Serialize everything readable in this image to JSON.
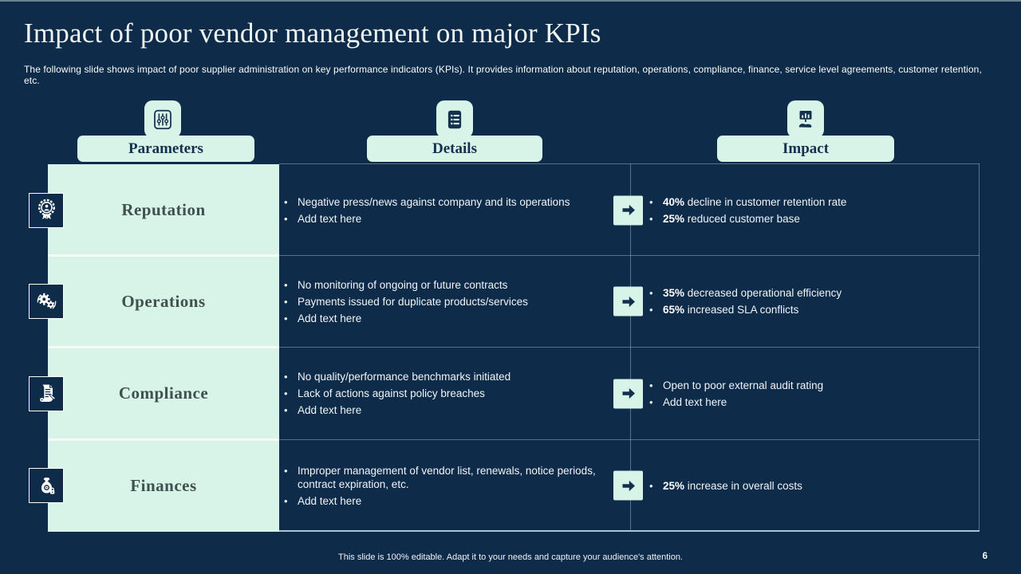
{
  "slide": {
    "title": "Impact of poor vendor management on major KPIs",
    "subtitle": "The following slide shows impact of poor supplier administration on key performance indicators (KPIs). It provides information about reputation, operations, compliance, finance, service level agreements, customer retention, etc.",
    "footer_note": "This slide is 100% editable. Adapt it to your needs and capture your audience's attention.",
    "page_number": "6"
  },
  "colors": {
    "background_navy": "#0f2b4a",
    "mint_accent": "#d8f3e7",
    "header_text_dark": "#15314e",
    "row_label_text": "#40504f",
    "body_text": "#f0f5f7"
  },
  "columns": [
    {
      "label": "Parameters",
      "icon": "sliders-icon"
    },
    {
      "label": "Details",
      "icon": "bullet-list-icon"
    },
    {
      "label": "Impact",
      "icon": "presentation-hand-icon"
    }
  ],
  "rows": [
    {
      "parameter": "Reputation",
      "icon": "award-badge-icon",
      "details": [
        "Negative press/news against company and its operations",
        "Add text here"
      ],
      "impact": [
        {
          "bold": "40%",
          "text": "decline in customer retention rate"
        },
        {
          "bold": "25%",
          "text": "reduced customer base"
        }
      ]
    },
    {
      "parameter": "Operations",
      "icon": "gears-icon",
      "details": [
        "No monitoring of ongoing or future contracts",
        "Payments issued for duplicate products/services",
        "Add text here"
      ],
      "impact": [
        {
          "bold": "35%",
          "text": "decreased operational efficiency"
        },
        {
          "bold": "65%",
          "text": "increased SLA conflicts"
        }
      ]
    },
    {
      "parameter": "Compliance",
      "icon": "scroll-icon",
      "details": [
        "No quality/performance benchmarks initiated",
        "Lack of actions against policy breaches",
        "Add text here"
      ],
      "impact": [
        {
          "bold": "",
          "text": "Open to poor external audit rating"
        },
        {
          "bold": "",
          "text": "Add text here"
        }
      ]
    },
    {
      "parameter": "Finances",
      "icon": "money-bag-icon",
      "details": [
        "Improper management of vendor list, renewals, notice periods, contract expiration, etc.",
        "Add text here"
      ],
      "impact": [
        {
          "bold": "25%",
          "text": "increase in overall costs"
        }
      ]
    }
  ]
}
